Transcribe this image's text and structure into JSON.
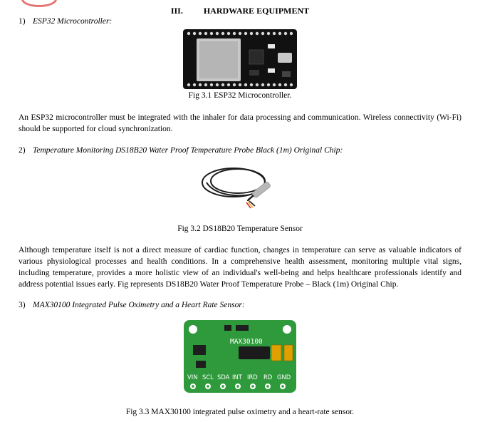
{
  "section": {
    "number": "III.",
    "title": "HARDWARE EQUIPMENT"
  },
  "items": [
    {
      "number": "1)",
      "heading": "ESP32 Microcontroller:",
      "caption": "Fig 3.1 ESP32 Microcontroller.",
      "paragraph": "An ESP32 microcontroller must be integrated with the inhaler for data processing and communication. Wireless connectivity (Wi-Fi) should be supported for cloud synchronization."
    },
    {
      "number": "2)",
      "heading": "Temperature Monitoring DS18B20 Water Proof Temperature Probe Black (1m) Original Chip:",
      "caption": "Fig 3.2 DS18B20 Temperature Sensor",
      "paragraph": "Although temperature itself is not a direct measure of cardiac function, changes in temperature can serve as valuable indicators of various physiological processes and health conditions. In a comprehensive health assessment, monitoring multiple vital signs, including temperature, provides a more holistic view of an individual's well-being and helps healthcare professionals identify and address potential issues early. Fig represents DS18B20 Water Proof Temperature Probe – Black (1m) Original Chip."
    },
    {
      "number": "3)",
      "heading": "MAX30100 Integrated Pulse Oximetry and a Heart Rate Sensor:",
      "caption": "Fig 3.3 MAX30100 integrated pulse oximetry and a heart-rate sensor."
    }
  ],
  "board_labels": {
    "max_chip": "MAX30100",
    "pins": [
      "VIN",
      "SCL",
      "SDA",
      "INT",
      "IRD",
      "RD",
      "GND"
    ]
  },
  "colors": {
    "esp32_board": "#111111",
    "esp32_module": "#c8c8c8",
    "max_board": "#2f9a3c",
    "probe_metal": "#b8b8b8",
    "logo_fragment": "#e57373"
  }
}
